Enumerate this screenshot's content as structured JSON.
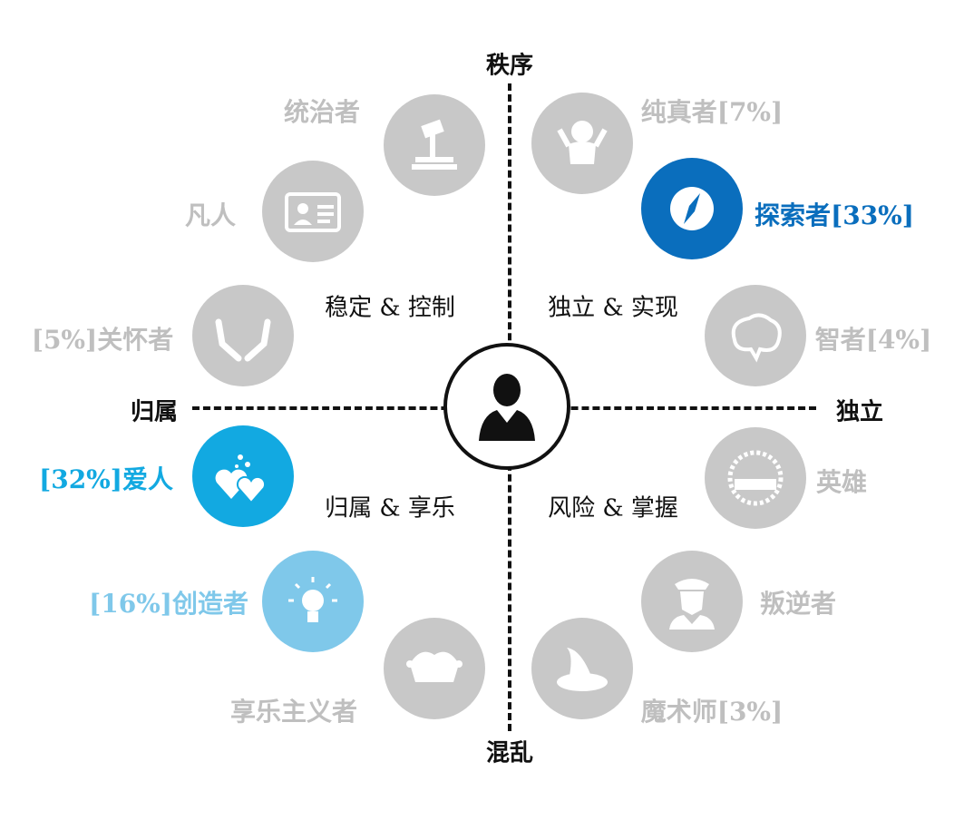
{
  "axes": {
    "top": "秩序",
    "bottom": "混乱",
    "left": "归属",
    "right": "独立"
  },
  "quadrants": {
    "tl": "稳定 & 控制",
    "tr": "独立 & 实现",
    "bl": "归属 & 享乐",
    "br": "风险 & 掌握"
  },
  "archetypes": [
    {
      "label": "统治者",
      "icon": "gavel-icon"
    },
    {
      "label": "纯真者[7%]",
      "icon": "baby-icon"
    },
    {
      "label": "凡人",
      "icon": "id-card-icon"
    },
    {
      "label": "探索者[33%]",
      "icon": "compass-icon",
      "color": "#0a6ebd"
    },
    {
      "label": "[5%]关怀者",
      "icon": "caring-hands-icon"
    },
    {
      "label": "智者[4%]",
      "icon": "brain-icon"
    },
    {
      "label": "[32%]爱人",
      "icon": "hearts-icon",
      "color": "#12a9e1"
    },
    {
      "label": "英雄",
      "icon": "badge-icon"
    },
    {
      "label": "[16%]创造者",
      "icon": "lightbulb-icon",
      "color": "#7fc8ea"
    },
    {
      "label": "叛逆者",
      "icon": "rebel-icon"
    },
    {
      "label": "享乐主义者",
      "icon": "jester-hat-icon"
    },
    {
      "label": "魔术师[3%]",
      "icon": "wizard-hat-icon"
    }
  ],
  "colors": {
    "gray_circle": "#c8c8c8",
    "gray_text": "#bfbfbf"
  }
}
